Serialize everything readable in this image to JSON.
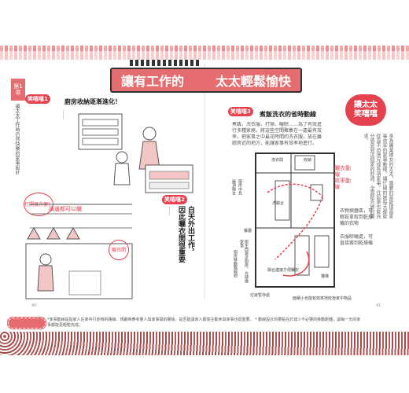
{
  "banner": {
    "title_left": "讓有工作的",
    "title_right": "太太輕鬆愉快"
  },
  "chapter": {
    "tab": "第1章",
    "subtitle": "讓太太工作時仍然快樂的家事設計"
  },
  "left_page": {
    "section1": {
      "badge": "笑嘻嘻",
      "badge_num": "1",
      "heading": "廚房收納逐漸進化！",
      "body": "……"
    },
    "section2": {
      "badge": "笑嘻嘻",
      "badge_num": "2",
      "heading_lines": [
        "白天外出工作，",
        "因此曬衣間很重要"
      ],
      "body": "……"
    },
    "bubble_text": "打開很方便！",
    "speech1": "兩邊都可以曬",
    "speech2": "曬衣間",
    "page_num": "40"
  },
  "right_page": {
    "section3": {
      "badge": "笑嘻嘻",
      "badge_num": "3",
      "heading": "煮飯洗衣的省時動線",
      "body": "煮飯、洗衣服、打掃、曬晾……為了有效進行多種家務，將這些空間聚集在一處最有效率，把家事之中最花時間的洗衣服，放在離廚房近的地方，能讓家事有效率地進行。"
    },
    "callout": {
      "line1": "讓太太",
      "line2": "笑嘻嘻"
    },
    "callout_body": "身為職業婦女的太太，需要的是能提高家事效率的家事動線，讓忙碌的她每天都能從容不迫地完成各項家事，住起來也能充分感受到這個家的舒適，全面配合她的需求。",
    "handwritten": [
      "曬衣動線",
      "效率動線"
    ],
    "labels": {
      "laundry": "洗衣間",
      "storage": "收納",
      "kitchen_island": "廚房中島",
      "rooftop": "屋頂陽台",
      "dining": "餐廳",
      "wash": "洗臉台",
      "label_a": "衣物摺疊區，可輕鬆拿取到乾燥機的衣物",
      "label_b": "衣服晾曬處，可直接搬到乾燥機",
      "label_c": "衛生間靠近廚房，方便做家事",
      "label_d": "陽台連接方便曬衣",
      "label_e": "垃圾暫存處",
      "label_f": "廚房移動路線短",
      "bottom_caption": "面積小也能有效率地收拾家中物品",
      "stair": "樓梯"
    },
    "page_num": "41"
  },
  "footnote": "*家事動線是指家人在家中行走時的路線。規劃時應考量人與家事間的關係。是否能讓家人願意主動參與家事也很重要。 * 動線設計的要點在於減少不必要的移動距離，讓每一天的家事都能更輕鬆完成。"
}
